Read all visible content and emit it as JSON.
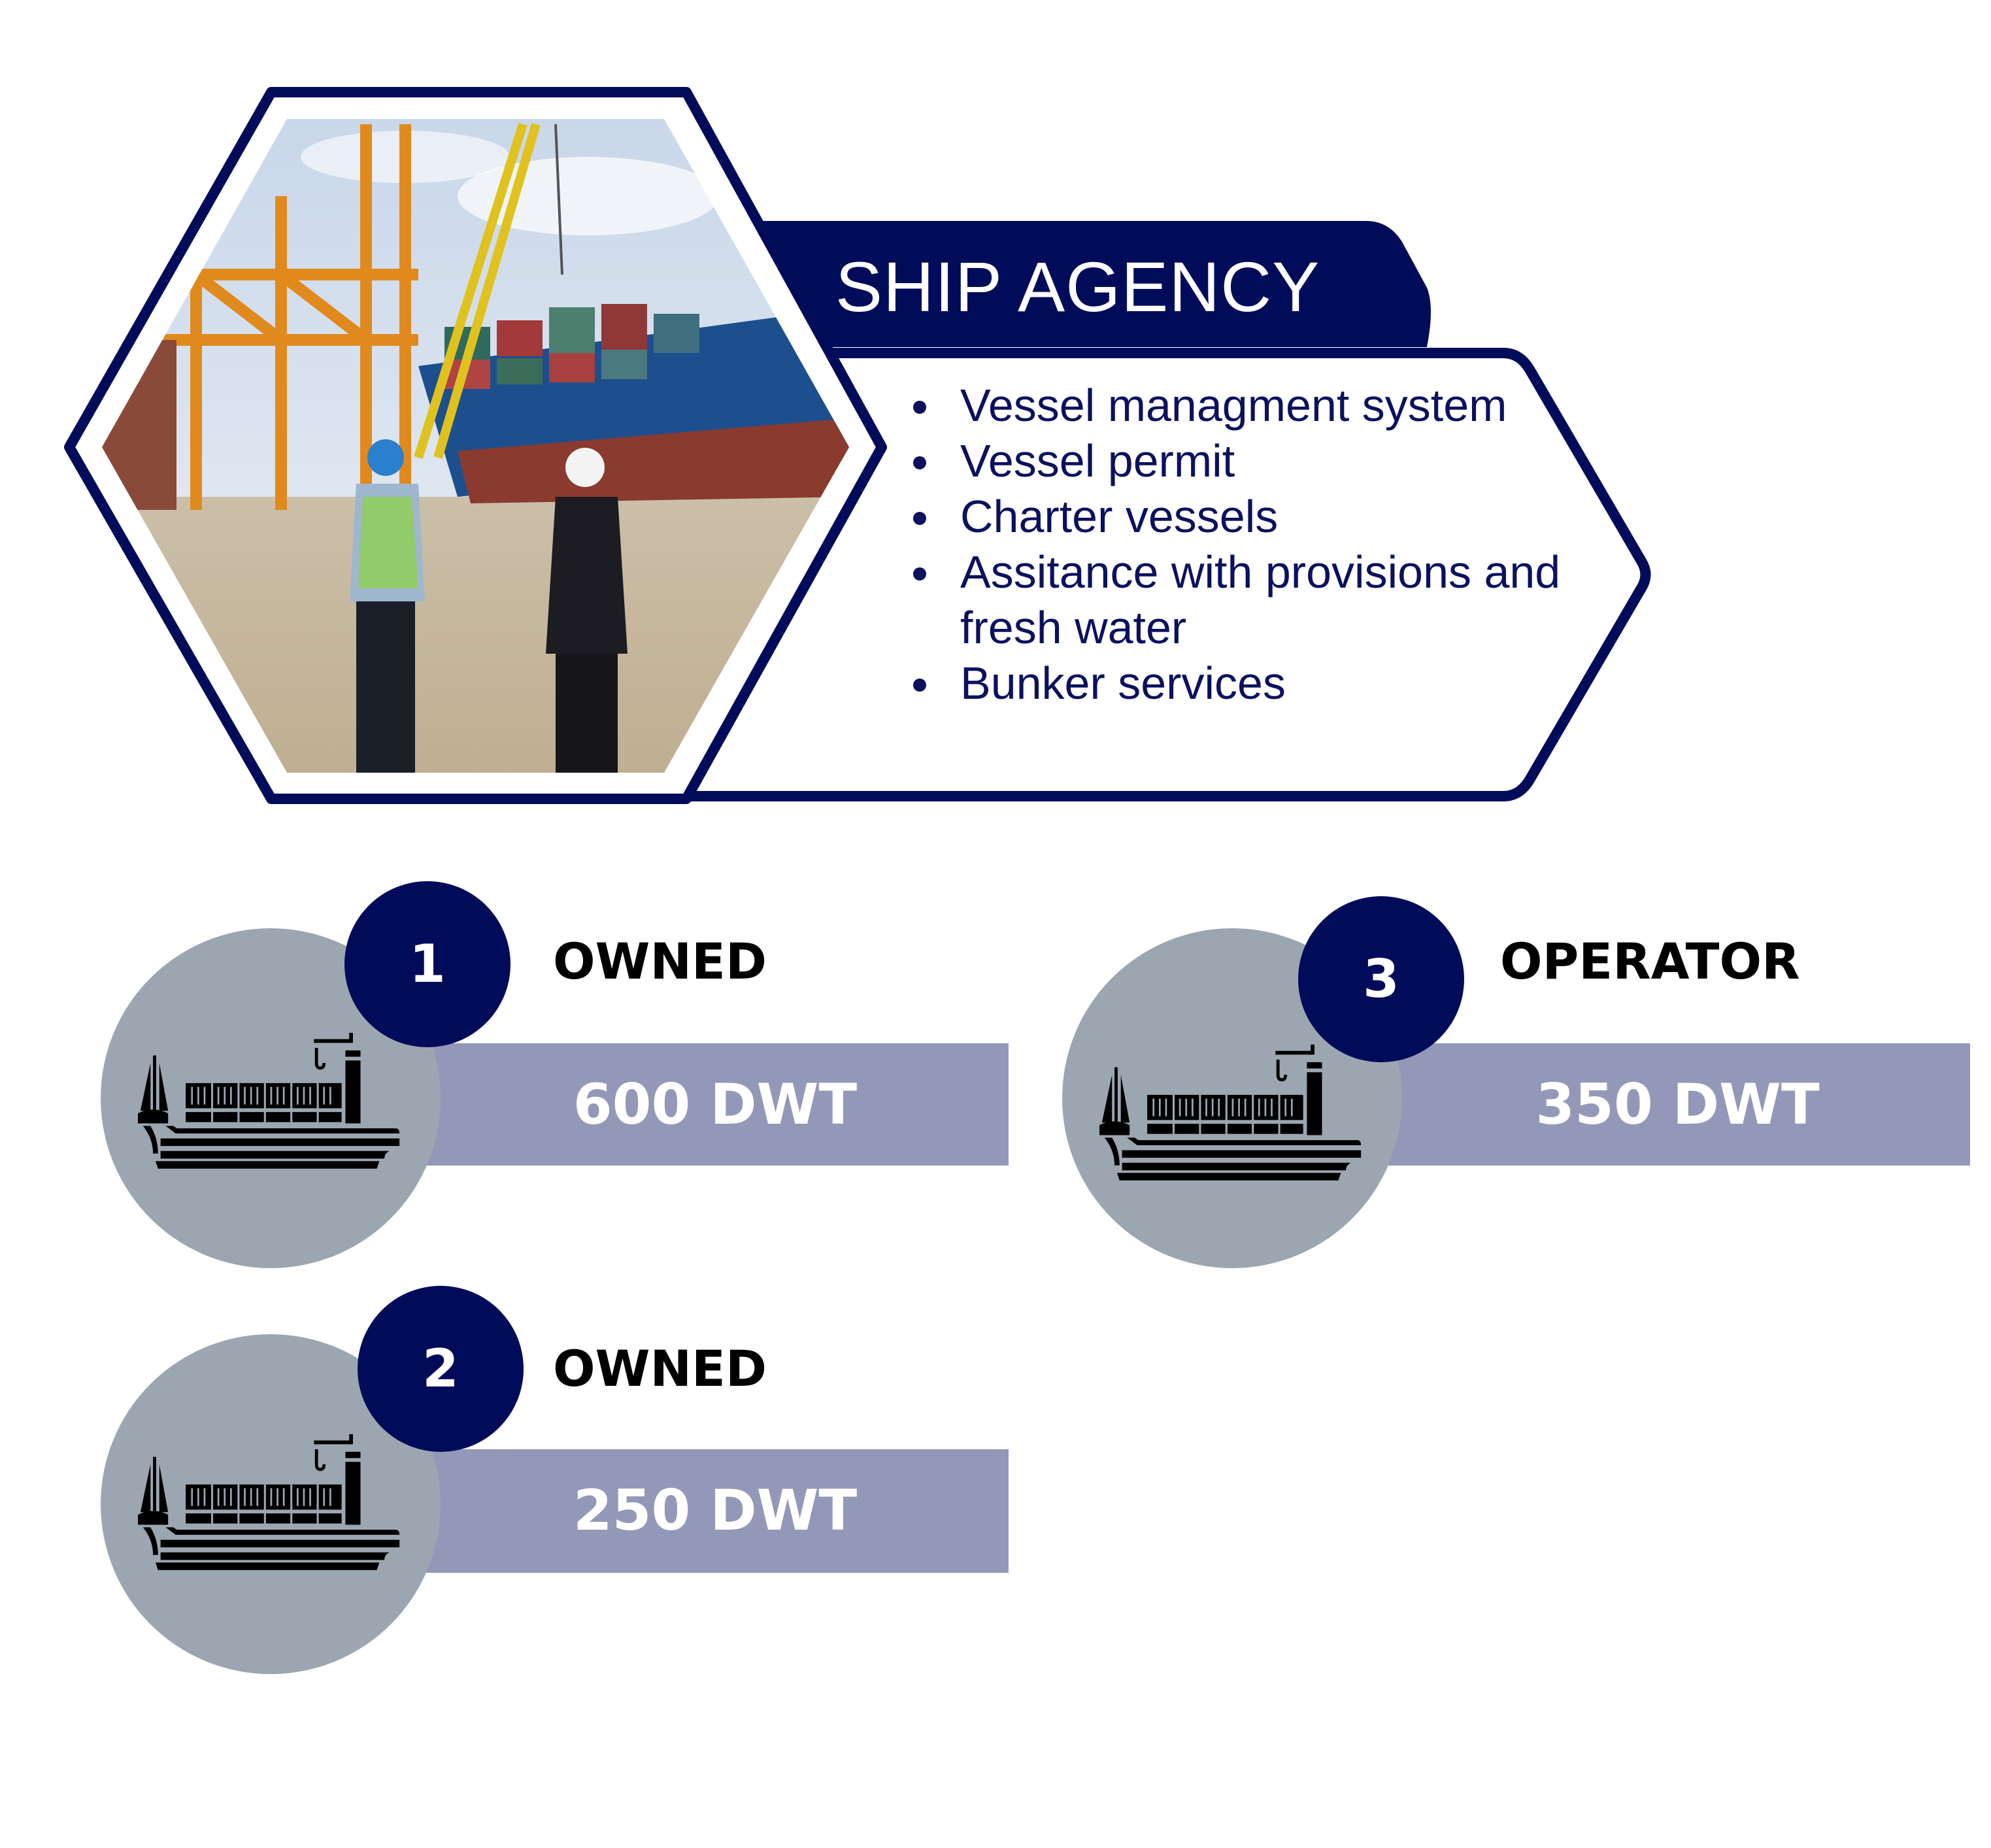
{
  "header": {
    "title": "SHIP AGENCY"
  },
  "services": [
    "Vessel managment system",
    "Vessel permit",
    "Charter vessels",
    "Assitance with provisions and fresh water",
    "Bunker services"
  ],
  "fleet": [
    {
      "number": "1",
      "type": "OWNED",
      "capacity": "600 DWT",
      "icon": "cargo-ship-icon"
    },
    {
      "number": "2",
      "type": "OWNED",
      "capacity": "250 DWT",
      "icon": "cargo-ship-icon"
    },
    {
      "number": "3",
      "type": "OPERATOR",
      "capacity": "350 DWT",
      "icon": "cargo-ship-icon"
    }
  ],
  "colors": {
    "navy": "#000c5a",
    "circle_grey": "#9ca6b1",
    "bar_lavender": "#9498b8"
  }
}
